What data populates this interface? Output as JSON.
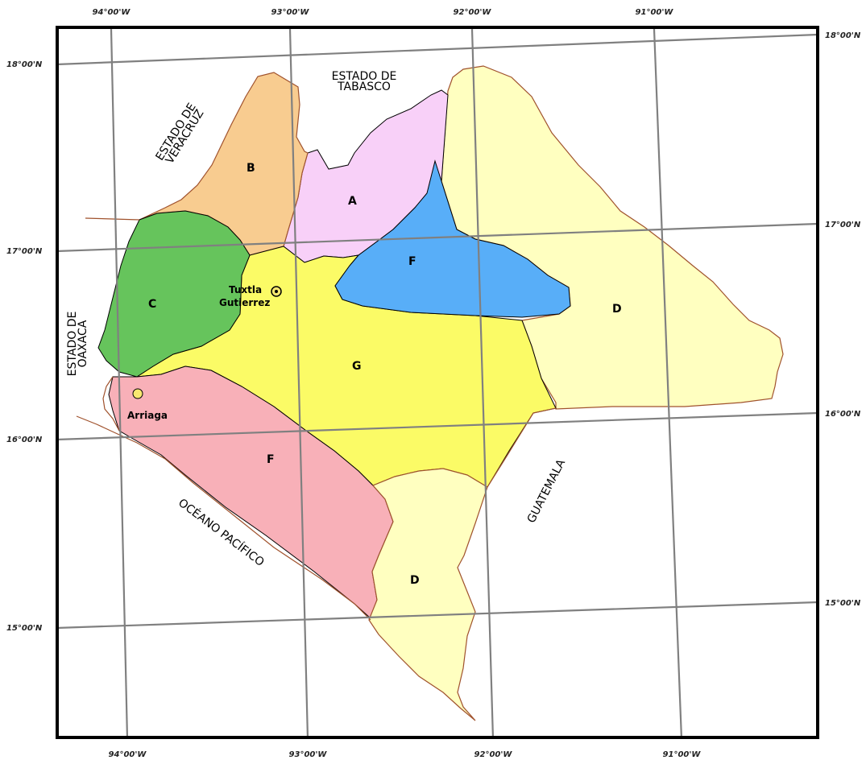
{
  "map": {
    "colors": {
      "frame": "#000000",
      "grid": "#808080",
      "border": "#a0522d",
      "zone_A": "#f8d0f8",
      "zone_B": "#f8cc90",
      "zone_C": "#66c45c",
      "zone_D": "#ffffc0",
      "zone_F_north": "#58aef8",
      "zone_F_south": "#f8b0b8",
      "zone_G": "#fbfb66",
      "city_marker": "#f8e870"
    },
    "coordinates": {
      "top": [
        "94°00'W",
        "93°00'W",
        "92°00'W",
        "91°00'W"
      ],
      "bottom": [
        "94°00'W",
        "93°00'W",
        "92°00'W",
        "91°00'W"
      ],
      "left": [
        "18°00'N",
        "17°00'N",
        "16°00'N",
        "15°00'N"
      ],
      "right": [
        "18°00'N",
        "17°00'N",
        "16°00'N",
        "15°00'N"
      ]
    },
    "zones": {
      "A": "A",
      "B": "B",
      "C": "C",
      "D_east": "D",
      "D_south": "D",
      "F_north": "F",
      "F_south": "F",
      "G": "G"
    },
    "cities": {
      "tuxtla_line1": "Tuxtla",
      "tuxtla_line2": "Gutierrez",
      "arriaga": "Arriaga"
    },
    "regions": {
      "tabasco_line1": "ESTADO DE",
      "tabasco_line2": "TABASCO",
      "veracruz_line1": "ESTADO DE",
      "veracruz_line2": "VERACRUZ",
      "oaxaca_line1": "ESTADO DE",
      "oaxaca_line2": "OAXACA",
      "guatemala": "GUATEMALA",
      "pacifico": "OCÉANO PACÍFICO"
    }
  }
}
